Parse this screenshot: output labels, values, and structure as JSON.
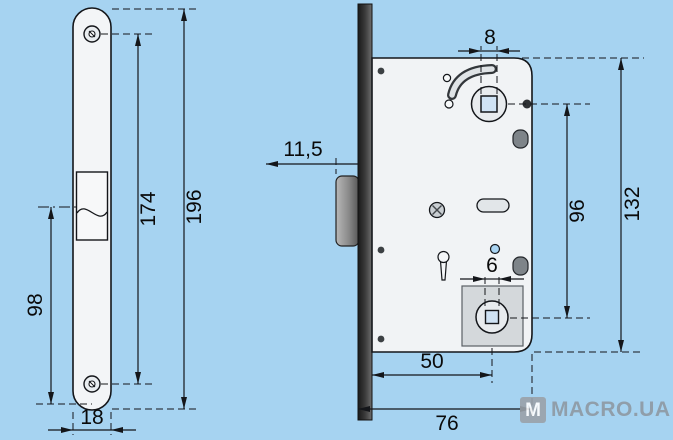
{
  "colors": {
    "background": "#a6d3f1",
    "line": "#14161a",
    "metal_dark": "#2b2b2b",
    "metal_mid": "#8a8a8a",
    "fill_light": "#f2f4f6",
    "hole_blue": "#cfe2f4",
    "watermark_gray": "#8b949c"
  },
  "dims": {
    "front": {
      "overall_height": "196",
      "screw_hole_spacing": "174",
      "latch_center_to_bottom": "98",
      "faceplate_width": "18"
    },
    "side": {
      "spindle_square": "8",
      "latch_throw": "11,5",
      "hub_centers": "96",
      "case_height": "132",
      "cylinder_square": "6",
      "backset": "50",
      "overall_depth": "76"
    }
  },
  "watermark": {
    "logo_letter": "M",
    "brand": "MACRO.UA"
  }
}
